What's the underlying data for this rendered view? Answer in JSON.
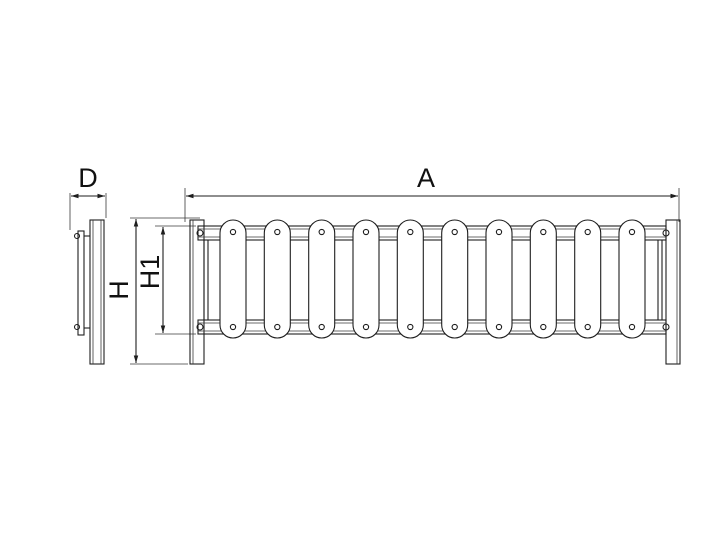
{
  "dimensions": {
    "depth_label": "D",
    "length_label": "A",
    "height_label": "H",
    "inner_height_label": "H1"
  },
  "panel": {
    "plank_count": 10
  },
  "colors": {
    "line": "#1e1e1e",
    "background": "#ffffff"
  }
}
